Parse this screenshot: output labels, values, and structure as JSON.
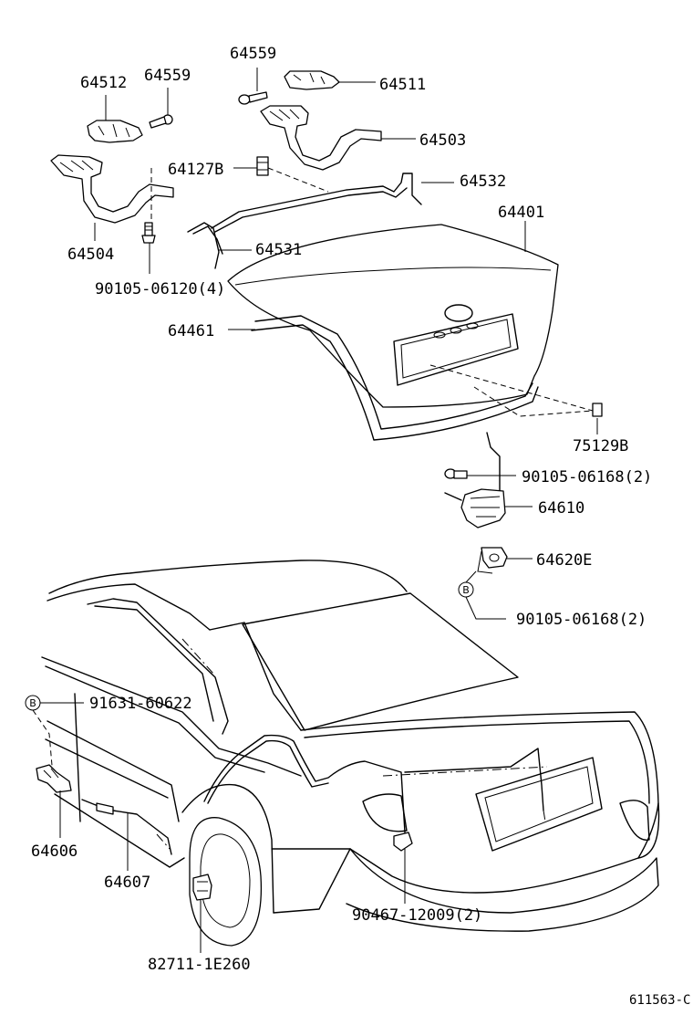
{
  "parts": {
    "p64559_a": "64559",
    "p64559_b": "64559",
    "p64512": "64512",
    "p64511": "64511",
    "p64503": "64503",
    "p64127b": "64127B",
    "p64532": "64532",
    "p64504": "64504",
    "p64531": "64531",
    "p64401": "64401",
    "p90105_06120": "90105-06120(4)",
    "p64461": "64461",
    "p75129b": "75129B",
    "p90105_06168_a": "90105-06168(2)",
    "p64610": "64610",
    "p64620e": "64620E",
    "p90105_06168_b": "90105-06168(2)",
    "p91631_60622": "91631-60622",
    "p64606": "64606",
    "p64607": "64607",
    "p90467_12009": "90467-12009(2)",
    "p82711_1e260": "82711-1E260"
  },
  "markers": {
    "b_letter_1": "B",
    "b_letter_2": "B"
  },
  "footer": {
    "code": "611563-C"
  }
}
